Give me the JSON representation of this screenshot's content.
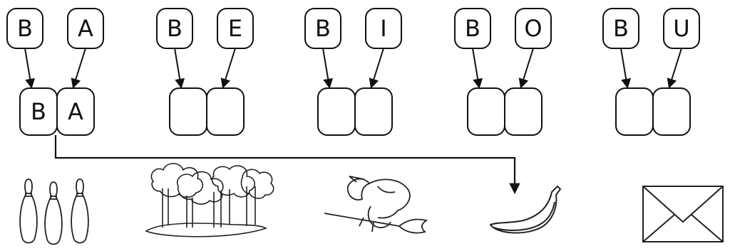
{
  "worksheet": {
    "syllable_groups": [
      {
        "consonant": "B",
        "vowel": "A",
        "answer_consonant": "B",
        "answer_vowel": "A"
      },
      {
        "consonant": "B",
        "vowel": "E",
        "answer_consonant": "",
        "answer_vowel": ""
      },
      {
        "consonant": "B",
        "vowel": "I",
        "answer_consonant": "",
        "answer_vowel": ""
      },
      {
        "consonant": "B",
        "vowel": "O",
        "answer_consonant": "",
        "answer_vowel": ""
      },
      {
        "consonant": "B",
        "vowel": "U",
        "answer_consonant": "",
        "answer_vowel": ""
      }
    ],
    "pictures": [
      {
        "icon": "bowling-pins-icon"
      },
      {
        "icon": "forest-icon"
      },
      {
        "icon": "witch-on-broom-icon"
      },
      {
        "icon": "banana-icon"
      },
      {
        "icon": "envelope-icon"
      }
    ],
    "example_link": {
      "from_group": 1,
      "to_picture": 4
    }
  }
}
